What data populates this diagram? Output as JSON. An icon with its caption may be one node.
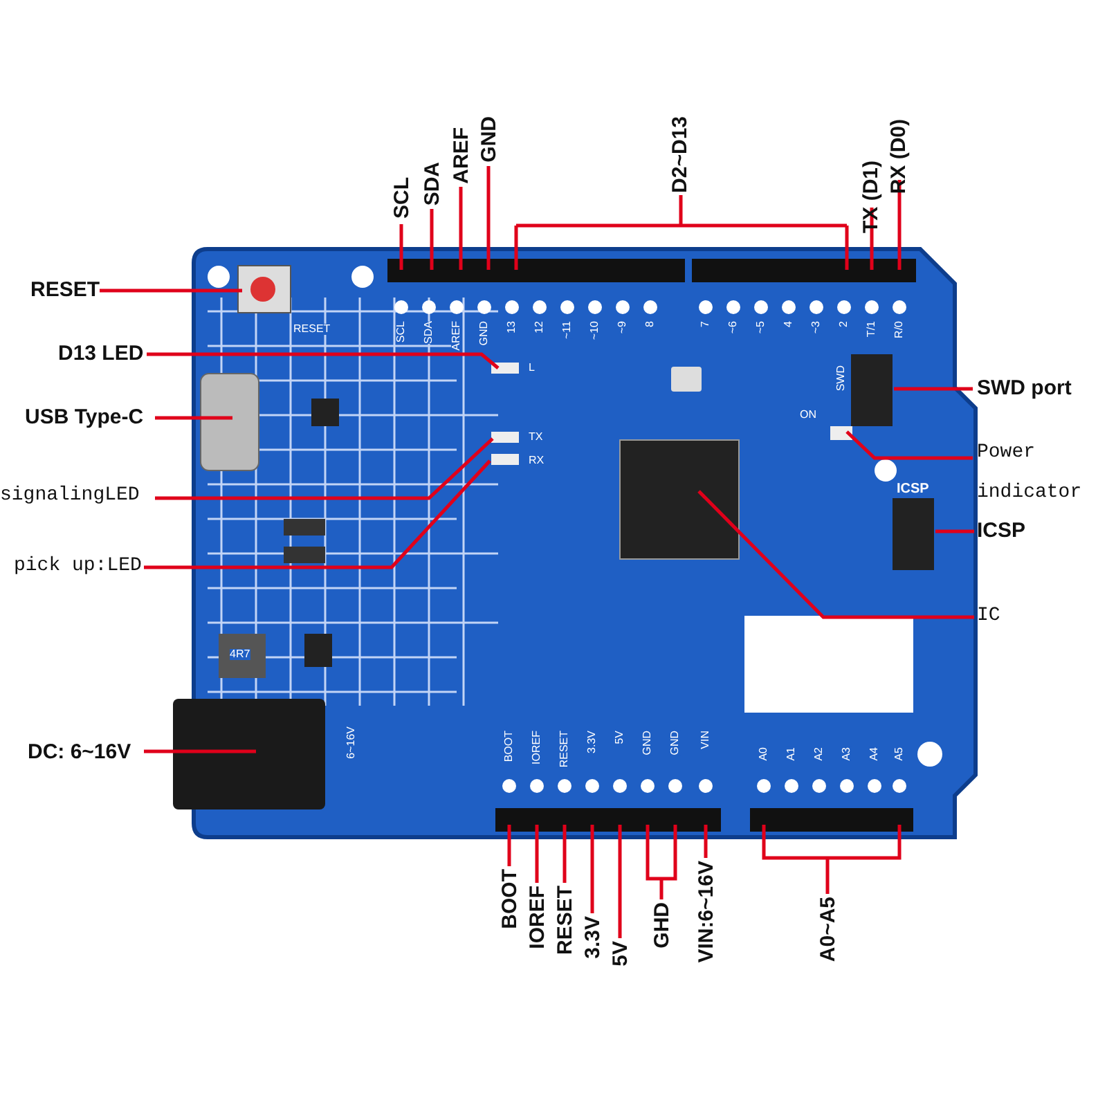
{
  "diagram": {
    "nodes": [
      {
        "text": [
          "SCL"
        ]
      },
      {
        "text": [
          "SDA"
        ]
      },
      {
        "text": [
          "AREF"
        ]
      },
      {
        "text": [
          "GND"
        ]
      },
      {
        "text": [
          "D2~D13"
        ]
      },
      {
        "text": [
          "TX (D1)"
        ]
      },
      {
        "text": [
          "RX (D0)"
        ]
      },
      {
        "text": [
          "RESET"
        ]
      },
      {
        "text": [
          "D13 LED"
        ]
      },
      {
        "text": [
          "USB Type-C"
        ]
      },
      {
        "text": [
          "signalingLED"
        ]
      },
      {
        "text": [
          "pick up:LED"
        ]
      },
      {
        "text": [
          "DC: 6~16V"
        ]
      },
      {
        "text": [
          "SWD port"
        ]
      },
      {
        "text": [
          "Power indicator"
        ]
      },
      {
        "text": [
          "ICSP"
        ]
      },
      {
        "text": [
          "IC"
        ]
      },
      {
        "text": [
          "BOOT"
        ]
      },
      {
        "text": [
          "IOREF"
        ]
      },
      {
        "text": [
          "RESET"
        ]
      },
      {
        "text": [
          "3.3V"
        ]
      },
      {
        "text": [
          "5V"
        ]
      },
      {
        "text": [
          "GHD"
        ]
      },
      {
        "text": [
          "VIN:6~16V"
        ]
      },
      {
        "text": [
          "A0~A5"
        ]
      }
    ],
    "edges": [
      {
        "from": 0,
        "to": null,
        "arrow": "none"
      },
      {
        "from": 1,
        "to": null,
        "arrow": "none"
      },
      {
        "from": 2,
        "to": null,
        "arrow": "none"
      },
      {
        "from": 3,
        "to": null,
        "arrow": "none"
      },
      {
        "from": 4,
        "to": null,
        "arrow": "none"
      },
      {
        "from": 5,
        "to": null,
        "arrow": "none"
      },
      {
        "from": 6,
        "to": null,
        "arrow": "none"
      },
      {
        "from": 7,
        "to": null,
        "arrow": "none"
      },
      {
        "from": 8,
        "to": null,
        "arrow": "none"
      },
      {
        "from": 9,
        "to": null,
        "arrow": "none"
      },
      {
        "from": 10,
        "to": null,
        "arrow": "none"
      },
      {
        "from": 11,
        "to": null,
        "arrow": "none"
      },
      {
        "from": 12,
        "to": null,
        "arrow": "none"
      },
      {
        "from": 13,
        "to": null,
        "arrow": "none"
      },
      {
        "from": 14,
        "to": null,
        "arrow": "none"
      },
      {
        "from": 15,
        "to": null,
        "arrow": "none"
      },
      {
        "from": 16,
        "to": null,
        "arrow": "none"
      },
      {
        "from": 17,
        "to": null,
        "arrow": "none"
      },
      {
        "from": 18,
        "to": null,
        "arrow": "none"
      },
      {
        "from": 19,
        "to": null,
        "arrow": "none"
      },
      {
        "from": 20,
        "to": null,
        "arrow": "none"
      },
      {
        "from": 21,
        "to": null,
        "arrow": "none"
      },
      {
        "from": 22,
        "to": null,
        "arrow": "none"
      },
      {
        "from": 23,
        "to": null,
        "arrow": "none"
      },
      {
        "from": 24,
        "to": null,
        "arrow": "none"
      }
    ],
    "labels": [
      "SCL",
      "SDA",
      "AREF",
      "GND",
      "13",
      "12",
      "~11",
      "~10",
      "~9",
      "8",
      "7",
      "~6",
      "~5",
      "4",
      "~3",
      "2",
      "T/1",
      "R/0",
      "RESET",
      "L",
      "TX",
      "RX",
      "SWD",
      "ON",
      "ICSP",
      "4R7",
      "6~16V",
      "BOOT",
      "IOREF",
      "RESET",
      "3.3V",
      "5V",
      "GND",
      "GND",
      "VIN",
      "A0",
      "A1",
      "A2",
      "A3",
      "A4",
      "A5"
    ]
  }
}
